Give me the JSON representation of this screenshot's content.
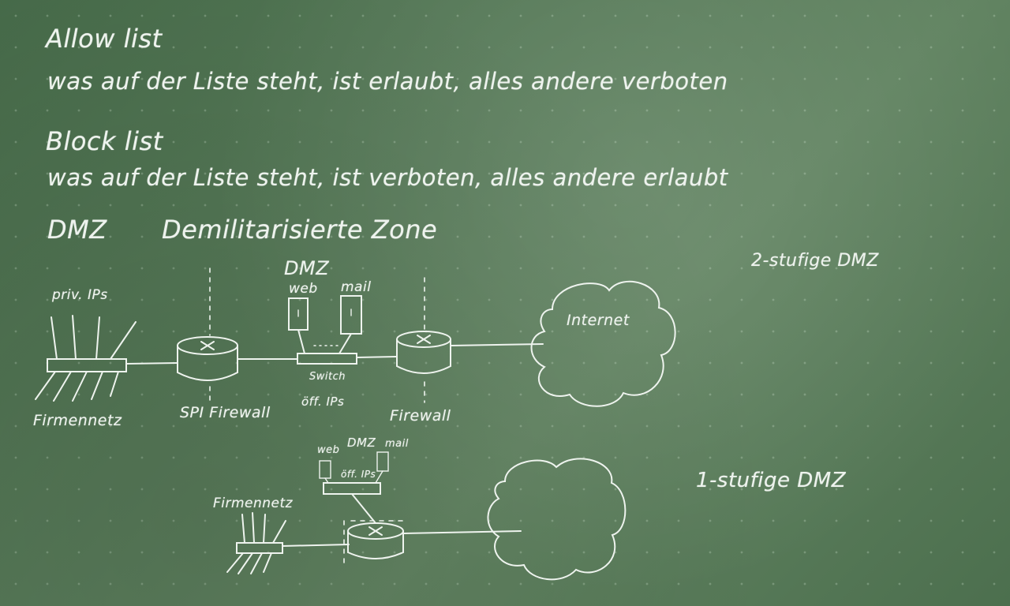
{
  "lines": {
    "allow_title": "Allow list",
    "allow_desc": "was auf der Liste steht, ist erlaubt, alles andere verboten",
    "block_title": "Block list",
    "block_desc": "was auf der Liste steht, ist verboten, alles andere erlaubt",
    "dmz_abbr": "DMZ",
    "dmz_full": "Demilitarisierte Zone"
  },
  "diagram_two_stage": {
    "heading": "2-stufige DMZ",
    "private_ips": "priv. IPs",
    "company_net": "Firmennetz",
    "spi_firewall": "SPI Firewall",
    "dmz": "DMZ",
    "web": "web",
    "mail": "mail",
    "switch": "Switch",
    "public_ips": "öff. IPs",
    "firewall": "Firewall",
    "internet": "Internet"
  },
  "diagram_one_stage": {
    "heading": "1-stufige DMZ",
    "company_net": "Firmennetz",
    "web": "web",
    "dmz": "DMZ",
    "mail": "mail",
    "public_ips": "öff. IPs"
  }
}
